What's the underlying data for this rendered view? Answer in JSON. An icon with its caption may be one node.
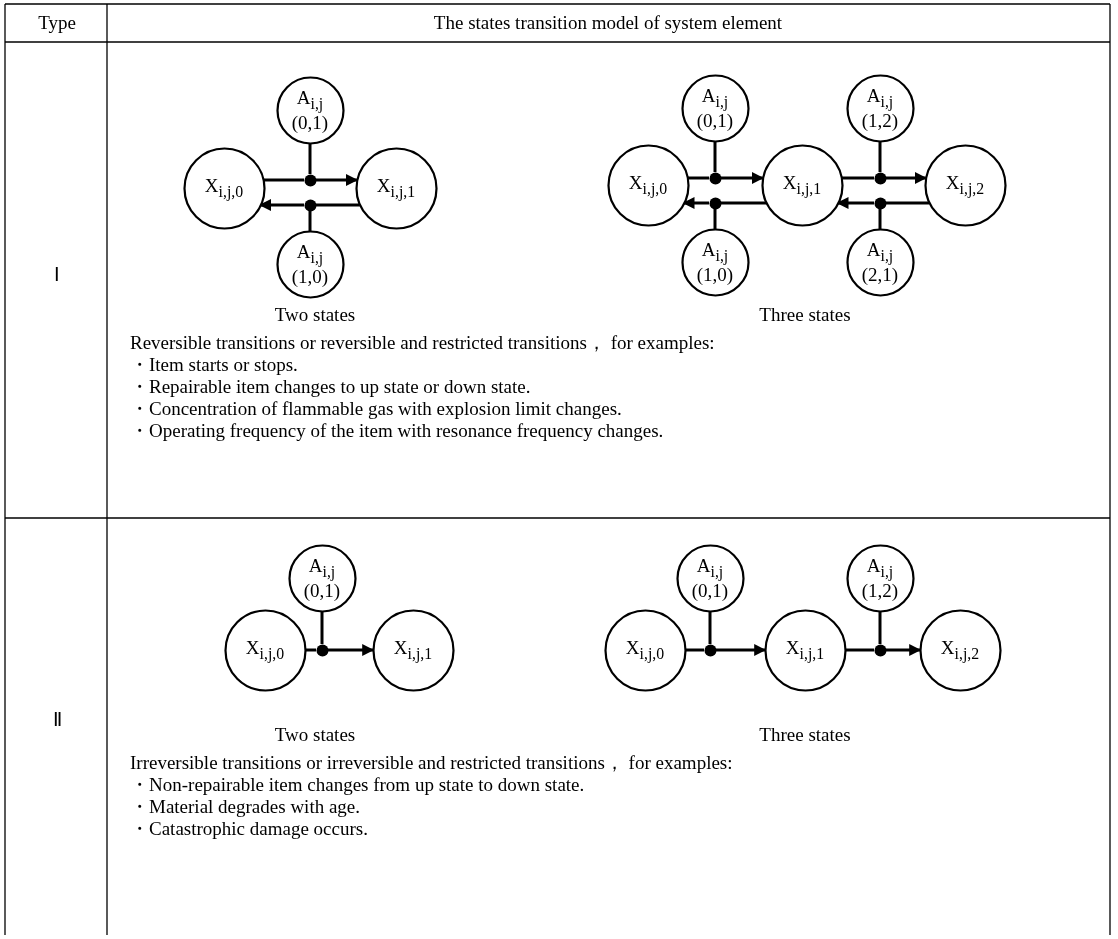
{
  "diagram": {
    "nodes": [
      {
        "text": [
          "A$_{i,j}$",
          "(0,1)"
        ]
      },
      {
        "text": [
          "X$_{i,j,0}$"
        ]
      },
      {
        "text": [],
        "shape": "dot"
      },
      {
        "text": [
          "X$_{i,j,1}$"
        ]
      },
      {
        "text": [],
        "shape": "dot"
      },
      {
        "text": [
          "A$_{i,j}$",
          "(1,0)"
        ]
      },
      {
        "text": [
          "A$_{i,j}$",
          "(0,1)"
        ]
      },
      {
        "text": [
          "A$_{i,j}$",
          "(1,2)"
        ]
      },
      {
        "text": [
          "X$_{i,j,0}$"
        ]
      },
      {
        "text": [],
        "shape": "dot"
      },
      {
        "text": [
          "X$_{i,j,1}$"
        ]
      },
      {
        "text": [],
        "shape": "dot"
      },
      {
        "text": [
          "X$_{i,j,2}$"
        ]
      },
      {
        "text": [],
        "shape": "dot"
      },
      {
        "text": [],
        "shape": "dot"
      },
      {
        "text": [
          "A$_{i,j}$",
          "(1,0)"
        ]
      },
      {
        "text": [
          "A$_{i,j}$",
          "(2,1)"
        ]
      },
      {
        "text": [
          "A$_{i,j}$",
          "(0,1)"
        ]
      },
      {
        "text": [
          "X$_{i,j,0}$"
        ]
      },
      {
        "text": [],
        "shape": "dot"
      },
      {
        "text": [
          "X$_{i,j,1}$"
        ]
      },
      {
        "text": [
          "A$_{i,j}$",
          "(0,1)"
        ]
      },
      {
        "text": [
          "A$_{i,j}$",
          "(1,2)"
        ]
      },
      {
        "text": [
          "X$_{i,j,0}$"
        ]
      },
      {
        "text": [],
        "shape": "dot"
      },
      {
        "text": [
          "X$_{i,j,1}$"
        ]
      },
      {
        "text": [],
        "shape": "dot"
      },
      {
        "text": [
          "X$_{i,j,2}$"
        ]
      }
    ],
    "edges": [
      {
        "from": 1,
        "to": 2,
        "arrow": "none"
      },
      {
        "from": 2,
        "to": 3,
        "arrow": "to"
      },
      {
        "from": 0,
        "to": 2,
        "arrow": "none"
      },
      {
        "from": 3,
        "to": 4,
        "arrow": "none"
      },
      {
        "from": 4,
        "to": 1,
        "arrow": "to"
      },
      {
        "from": 5,
        "to": 4,
        "arrow": "none"
      },
      {
        "from": 8,
        "to": 9,
        "arrow": "none"
      },
      {
        "from": 9,
        "to": 10,
        "arrow": "to"
      },
      {
        "from": 6,
        "to": 9,
        "arrow": "none"
      },
      {
        "from": 10,
        "to": 13,
        "arrow": "none"
      },
      {
        "from": 13,
        "to": 8,
        "arrow": "to"
      },
      {
        "from": 15,
        "to": 13,
        "arrow": "none"
      },
      {
        "from": 10,
        "to": 11,
        "arrow": "none"
      },
      {
        "from": 11,
        "to": 12,
        "arrow": "to"
      },
      {
        "from": 7,
        "to": 11,
        "arrow": "none"
      },
      {
        "from": 12,
        "to": 14,
        "arrow": "none"
      },
      {
        "from": 14,
        "to": 10,
        "arrow": "to"
      },
      {
        "from": 16,
        "to": 14,
        "arrow": "none"
      },
      {
        "from": 18,
        "to": 19,
        "arrow": "none"
      },
      {
        "from": 19,
        "to": 20,
        "arrow": "to"
      },
      {
        "from": 17,
        "to": 19,
        "arrow": "none"
      },
      {
        "from": 23,
        "to": 24,
        "arrow": "none"
      },
      {
        "from": 24,
        "to": 25,
        "arrow": "to"
      },
      {
        "from": 21,
        "to": 24,
        "arrow": "none"
      },
      {
        "from": 25,
        "to": 26,
        "arrow": "none"
      },
      {
        "from": 26,
        "to": 27,
        "arrow": "to"
      },
      {
        "from": 22,
        "to": 26,
        "arrow": "none"
      }
    ],
    "labels": [
      "Type",
      "The states transition model of system element",
      "Ⅰ",
      "Two states",
      "Three states",
      "Reversible transitions or reversible and restricted transitions， for examples:",
      "・Item starts or stops.",
      "・Repairable item changes to up state or down state.",
      "・Concentration of flammable gas with explosion limit changes.",
      "・Operating frequency of the item with resonance frequency changes.",
      "Ⅱ",
      "Two states",
      "Three states",
      "Irreversible transitions or irreversible and restricted transitions， for examples:",
      "・Non-repairable item changes from up state to down state.",
      "・Material degrades with age.",
      "・Catastrophic damage occurs."
    ]
  }
}
